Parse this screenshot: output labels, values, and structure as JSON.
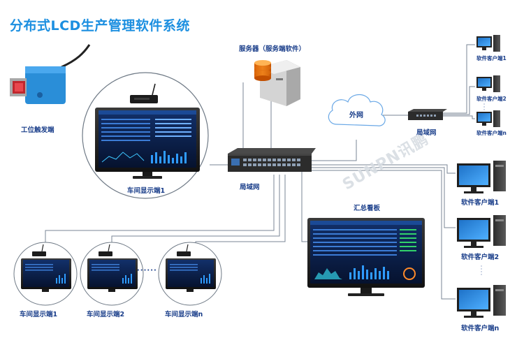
{
  "title": "分布式LCD生产管理软件系统",
  "watermark": "SUNPN讯鹏",
  "labels": {
    "server": "服务器（服务端软件）",
    "trigger": "工位触发端",
    "workshop_main": "车间显示端1",
    "switch_main": "局域网",
    "cloud": "外网",
    "switch_remote": "局域网",
    "dashboard": "汇总看板",
    "remote_client_1": "软件客户端1",
    "remote_client_2": "软件客户端2",
    "remote_client_n": "软件客户端n",
    "client_1": "软件客户端1",
    "client_2": "软件客户端2",
    "client_n": "软件客户端n",
    "display_1": "车间显示端1",
    "display_2": "车间显示端2",
    "display_n": "车间显示端n"
  },
  "colors": {
    "title": "#1c8fe0",
    "label": "#1a3e8a",
    "line": "#7a8694",
    "screen": "#0b1b3d",
    "sensor": "#2a8ed8"
  }
}
